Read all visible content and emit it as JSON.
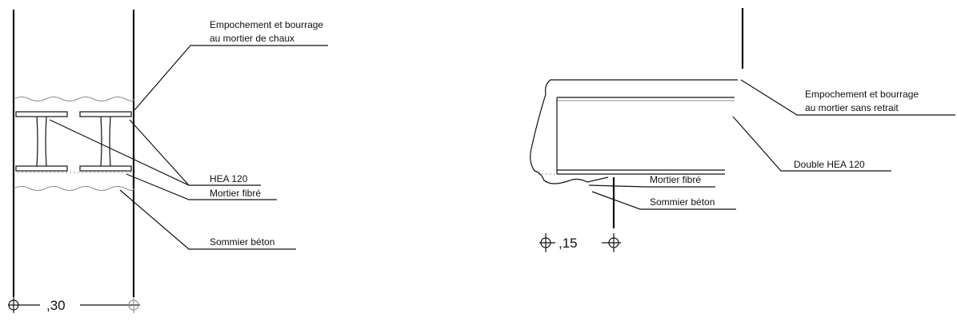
{
  "left_detail": {
    "callout_top_line1": "Empochement et bourrage",
    "callout_top_line2": "au mortier de chaux",
    "label_beam": "HEA 120",
    "label_mortar": "Mortier fibré",
    "label_beam_seat": "Sommier béton",
    "dimension": ",30"
  },
  "right_detail": {
    "callout_top_line1": "Empochement et bourrage",
    "callout_top_line2": "au mortier sans retrait",
    "label_beam": "Double HEA 120",
    "label_mortar": "Mortier fibré",
    "label_beam_seat": "Sommier béton",
    "dimension": ",15"
  }
}
